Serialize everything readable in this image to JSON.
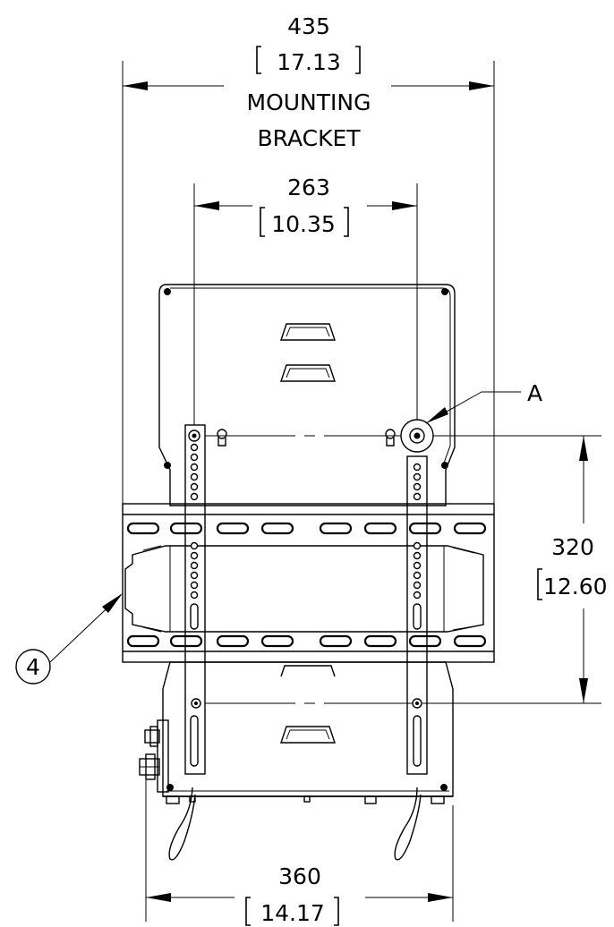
{
  "dimensions": {
    "overall_width": {
      "mm": "435",
      "in": "17.13",
      "label_line1": "MOUNTING",
      "label_line2": "BRACKET"
    },
    "rail_spacing": {
      "mm": "263",
      "in": "10.35"
    },
    "vertical_spacing": {
      "mm": "320",
      "in": "12.60"
    },
    "base_width": {
      "mm": "360",
      "in": "14.17"
    }
  },
  "callouts": {
    "detail": "A",
    "item_number": "4"
  }
}
